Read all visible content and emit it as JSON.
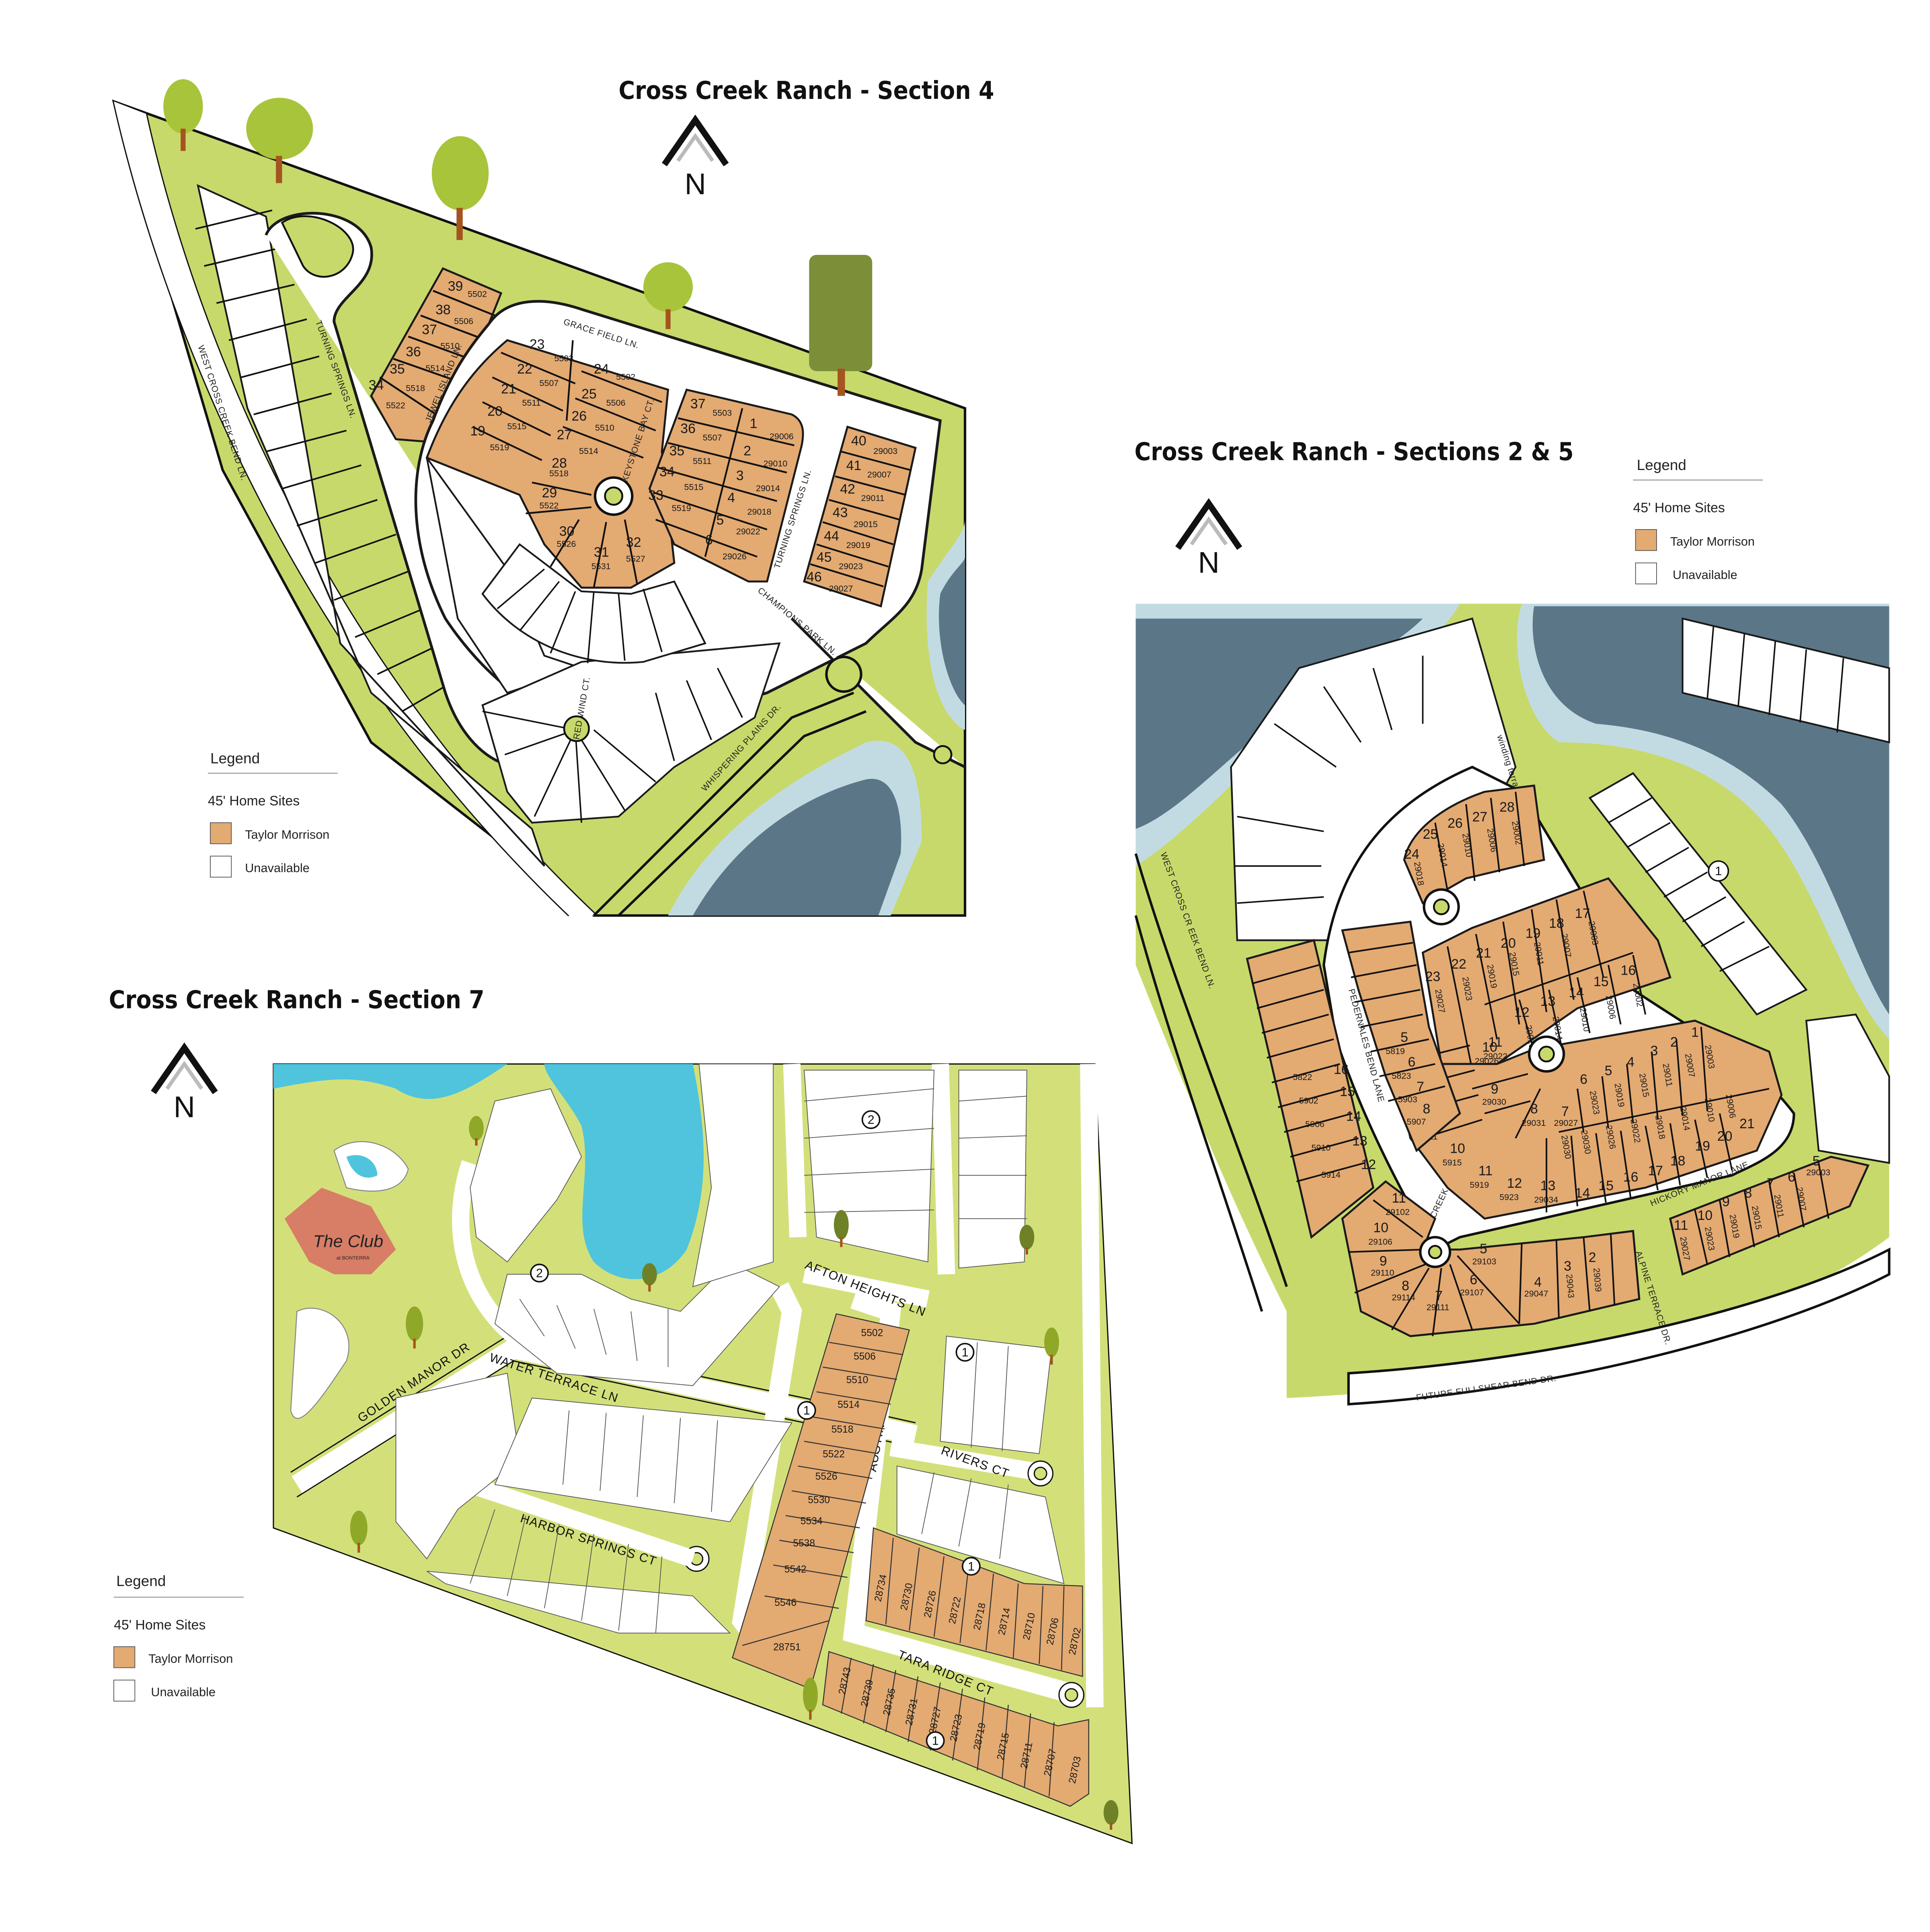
{
  "sections": [
    {
      "id": "section4",
      "title": "Cross Creek Ranch - Section 4",
      "north_label": "N",
      "legend": {
        "title": "Legend",
        "subtitle": "45' Home Sites",
        "items": [
          {
            "label": "Taylor Morrison",
            "color": "#e3aa72"
          },
          {
            "label": "Unavailable",
            "color": "#ffffff"
          }
        ]
      },
      "streets": [
        "WEST CROSS CREEK BEND LN.",
        "TURNING SPRINGS LN.",
        "JEWEL ISLAND LN.",
        "GRACE FIELD LN.",
        "KEYSTONE BAY CT.",
        "TURNING SPRINGS LN.",
        "CHAMPIONS PARK LN.",
        "RED WIND CT.",
        "WHISPERING PLAINS DR."
      ],
      "lots": [
        {
          "lot": "39",
          "address": "5502"
        },
        {
          "lot": "38",
          "address": "5506"
        },
        {
          "lot": "37",
          "address": "5510"
        },
        {
          "lot": "36",
          "address": "5514"
        },
        {
          "lot": "35",
          "address": "5518"
        },
        {
          "lot": "34",
          "address": "5522"
        },
        {
          "lot": "23",
          "address": "5503"
        },
        {
          "lot": "22",
          "address": "5507"
        },
        {
          "lot": "21",
          "address": "5511"
        },
        {
          "lot": "20",
          "address": "5515"
        },
        {
          "lot": "19",
          "address": "5519"
        },
        {
          "lot": "24",
          "address": "5502"
        },
        {
          "lot": "25",
          "address": "5506"
        },
        {
          "lot": "26",
          "address": "5510"
        },
        {
          "lot": "27",
          "address": "5514"
        },
        {
          "lot": "28",
          "address": "5518"
        },
        {
          "lot": "29",
          "address": "5522"
        },
        {
          "lot": "30",
          "address": "5526"
        },
        {
          "lot": "31",
          "address": "5531"
        },
        {
          "lot": "32",
          "address": "5527"
        },
        {
          "lot": "37",
          "address": "5503"
        },
        {
          "lot": "36",
          "address": "5507"
        },
        {
          "lot": "35",
          "address": "5511"
        },
        {
          "lot": "34",
          "address": "5515"
        },
        {
          "lot": "33",
          "address": "5519"
        },
        {
          "lot": "1",
          "address": "29006"
        },
        {
          "lot": "2",
          "address": "29010"
        },
        {
          "lot": "3",
          "address": "29014"
        },
        {
          "lot": "4",
          "address": "29018"
        },
        {
          "lot": "5",
          "address": "29022"
        },
        {
          "lot": "6",
          "address": "29026"
        },
        {
          "lot": "40",
          "address": "29003"
        },
        {
          "lot": "41",
          "address": "29007"
        },
        {
          "lot": "42",
          "address": "29011"
        },
        {
          "lot": "43",
          "address": "29015"
        },
        {
          "lot": "44",
          "address": "29019"
        },
        {
          "lot": "45",
          "address": "29023"
        },
        {
          "lot": "46",
          "address": "29027"
        }
      ]
    },
    {
      "id": "section2_5",
      "title": "Cross Creek Ranch - Sections 2 & 5",
      "north_label": "N",
      "legend": {
        "title": "Legend",
        "subtitle": "45' Home Sites",
        "items": [
          {
            "label": "Taylor Morrison",
            "color": "#e3aa72"
          },
          {
            "label": "Unavailable",
            "color": "#ffffff"
          }
        ]
      },
      "streets": [
        "WEST CROSS CR EEK BEND LN.",
        "PEDERNALES BEND LANE",
        "winding terra ce LN.",
        "HICKORY MANOR LANE",
        "CREEK VALLEY CT.",
        "ALPINE TERRACE DR.",
        "FUTURE FULLSHEAR BEND DR."
      ],
      "phase_badge": "1",
      "lots": [
        {
          "lot": "24",
          "address": "29018"
        },
        {
          "lot": "25",
          "address": "29014"
        },
        {
          "lot": "26",
          "address": "29010"
        },
        {
          "lot": "27",
          "address": "29006"
        },
        {
          "lot": "28",
          "address": "29002"
        },
        {
          "lot": "17",
          "address": "29003"
        },
        {
          "lot": "18",
          "address": "29007"
        },
        {
          "lot": "19",
          "address": "29011"
        },
        {
          "lot": "20",
          "address": "29015"
        },
        {
          "lot": "21",
          "address": "29019"
        },
        {
          "lot": "22",
          "address": "29023"
        },
        {
          "lot": "23",
          "address": "29027"
        },
        {
          "lot": "16",
          "address": "29002"
        },
        {
          "lot": "15",
          "address": "29006"
        },
        {
          "lot": "14",
          "address": "29010"
        },
        {
          "lot": "13",
          "address": "29014"
        },
        {
          "lot": "12",
          "address": "29018"
        },
        {
          "lot": "11",
          "address": "29022"
        },
        {
          "lot": "10",
          "address": "29026"
        },
        {
          "lot": "9",
          "address": "29030"
        },
        {
          "lot": "8",
          "address": "29031"
        },
        {
          "lot": "7",
          "address": "29027"
        },
        {
          "lot": "6",
          "address": "29023"
        },
        {
          "lot": "5",
          "address": "29019"
        },
        {
          "lot": "4",
          "address": "29015"
        },
        {
          "lot": "3",
          "address": "29011"
        },
        {
          "lot": "2",
          "address": "29007"
        },
        {
          "lot": "1",
          "address": "29003"
        },
        {
          "lot": "21",
          "address": "29006"
        },
        {
          "lot": "20",
          "address": "29010"
        },
        {
          "lot": "19",
          "address": "29014"
        },
        {
          "lot": "18",
          "address": "29018"
        },
        {
          "lot": "17",
          "address": "29022"
        },
        {
          "lot": "16",
          "address": "29026"
        },
        {
          "lot": "15",
          "address": "29030"
        },
        {
          "lot": "14",
          "address": "29030"
        },
        {
          "lot": "13",
          "address": "29034"
        },
        {
          "lot": "12",
          "address": "5923"
        },
        {
          "lot": "11",
          "address": "5919"
        },
        {
          "lot": "10",
          "address": "5915"
        },
        {
          "lot": "9",
          "address": "5911"
        },
        {
          "lot": "8",
          "address": "5907"
        },
        {
          "lot": "7",
          "address": "5903"
        },
        {
          "lot": "6",
          "address": "5823"
        },
        {
          "lot": "5",
          "address": "5819"
        },
        {
          "lot": "16",
          "address": "5822"
        },
        {
          "lot": "15",
          "address": "5902"
        },
        {
          "lot": "14",
          "address": "5906"
        },
        {
          "lot": "13",
          "address": "5910"
        },
        {
          "lot": "12",
          "address": "5914"
        },
        {
          "lot": "11",
          "address": "29102"
        },
        {
          "lot": "10",
          "address": "29106"
        },
        {
          "lot": "9",
          "address": "29110"
        },
        {
          "lot": "8",
          "address": "29114"
        },
        {
          "lot": "7",
          "address": "29111"
        },
        {
          "lot": "6",
          "address": "29107"
        },
        {
          "lot": "5",
          "address": "29103"
        },
        {
          "lot": "4",
          "address": "29047"
        },
        {
          "lot": "3",
          "address": "29043"
        },
        {
          "lot": "2",
          "address": "29039"
        },
        {
          "lot": "11",
          "address": "29027"
        },
        {
          "lot": "10",
          "address": "29023"
        },
        {
          "lot": "9",
          "address": "29019"
        },
        {
          "lot": "8",
          "address": "29015"
        },
        {
          "lot": "7",
          "address": "29011"
        },
        {
          "lot": "6",
          "address": "29007"
        },
        {
          "lot": "5",
          "address": "29003"
        }
      ]
    },
    {
      "id": "section7",
      "title": "Cross Creek Ranch - Section 7",
      "north_label": "N",
      "legend": {
        "title": "Legend",
        "subtitle": "45' Home Sites",
        "items": [
          {
            "label": "Taylor Morrison",
            "color": "#e3aa72"
          },
          {
            "label": "Unavailable",
            "color": "#ffffff"
          }
        ]
      },
      "amenity": {
        "name": "The Club",
        "sub": "at BONTERRA"
      },
      "streets": [
        "GOLDEN MANOR DR",
        "WATER TERRACE LN",
        "HARBOR SPRINGS CT",
        "AFTON HEIGHTS LN",
        "AUSTIN BEND LN",
        "RIVERS CT",
        "TARA RIDGE CT"
      ],
      "phase_badges": [
        "2",
        "2",
        "1",
        "1",
        "1",
        "1"
      ],
      "austin_bend_lots": [
        "5502",
        "5506",
        "5510",
        "5514",
        "5518",
        "5522",
        "5526",
        "5530",
        "5534",
        "5538",
        "5542",
        "5546",
        "28751"
      ],
      "tara_ridge_north_lots": [
        "28734",
        "28730",
        "28726",
        "28722",
        "28718",
        "28714",
        "28710",
        "28706",
        "28702"
      ],
      "tara_ridge_south_lots": [
        "28743",
        "28739",
        "28735",
        "28731",
        "28727",
        "28723",
        "28719",
        "28715",
        "28711",
        "28707",
        "28703"
      ]
    }
  ]
}
